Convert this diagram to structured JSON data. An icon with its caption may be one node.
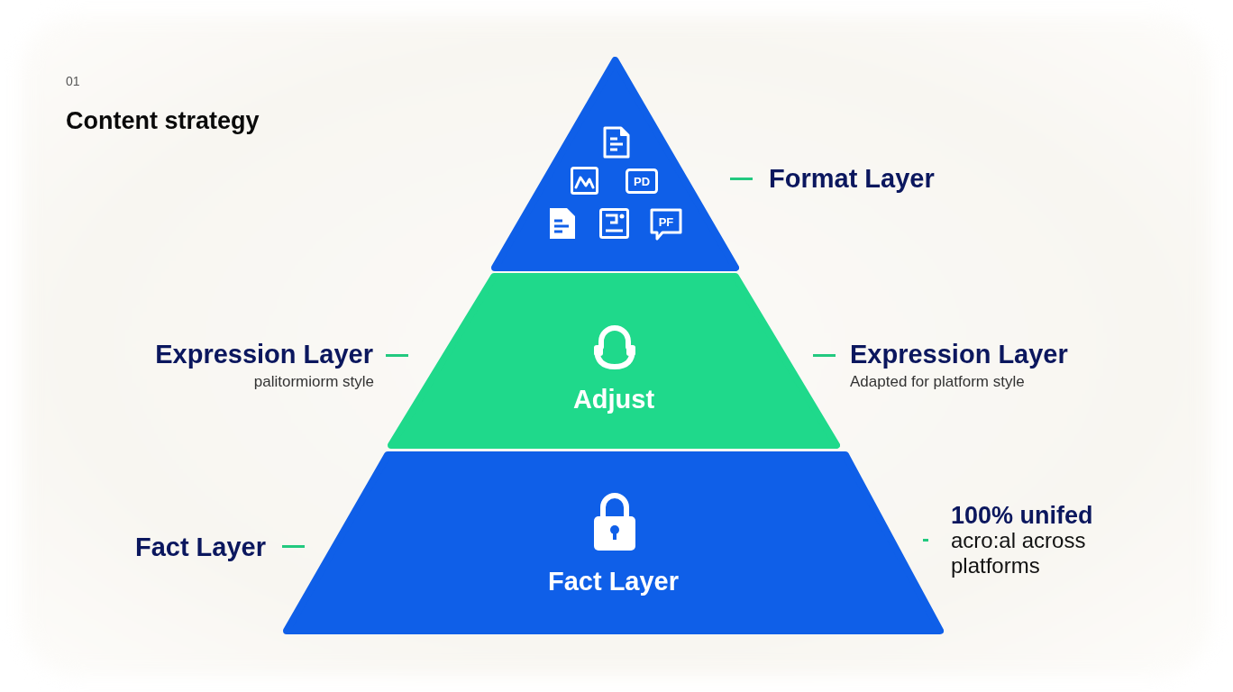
{
  "diagram": {
    "title": "Content strategy",
    "nodes": [
      {
        "text": [],
        "shape": "triangle",
        "beside": [
          "Format Layer"
        ]
      },
      {
        "text": [
          "Adjust"
        ],
        "beside": [
          "Expression Layer",
          "palitormiorm style",
          "Expression Layer",
          "Adapted for platform style"
        ]
      },
      {
        "text": [
          "Fact Layer"
        ],
        "beside": [
          "Fact Layer",
          "100% unifed",
          "acro:al across platforms"
        ]
      }
    ],
    "labels": [
      "01",
      "PD",
      "PF"
    ]
  }
}
